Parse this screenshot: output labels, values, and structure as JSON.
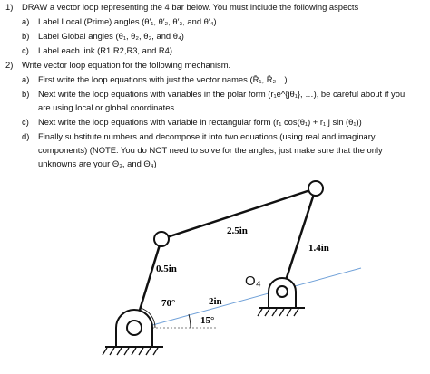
{
  "questions": {
    "q1": {
      "num": "1)",
      "text": "DRAW a vector loop representing the 4 bar below. You must include the following aspects",
      "a": {
        "label": "a)",
        "text": "Label Local (Prime) angles (θ′₁, θ′₂, θ′₃, and θ′₄)"
      },
      "b": {
        "label": "b)",
        "text": "Label Global angles (θ₁, θ₂, θ₃, and θ₄)"
      },
      "c": {
        "label": "c)",
        "text": "Label each link (R1,R2,R3, and R4)"
      }
    },
    "q2": {
      "num": "2)",
      "text": "Write vector loop equation for the following mechanism.",
      "a": {
        "label": "a)",
        "text": "First write the loop equations with just the vector names (R̄₁, R̄₂…)"
      },
      "b": {
        "label": "b)",
        "line1": "Next write the loop equations with variables in the polar form (r₁e^{jθ₁}, …), be careful about if you",
        "line2": "are using local or global coordinates."
      },
      "c": {
        "label": "c)",
        "text": "Next write the loop equations with variable in rectangular form (r₁ cos(θ₁) + r₁ j sin (θ₁))"
      },
      "d": {
        "label": "d)",
        "line1": "Finally substitute numbers and decompose it into two equations (using real and imaginary",
        "line2": "components) (NOTE: You do NOT need to solve for the angles, just make sure that the only",
        "line3": "unknowns are your Θ₃, and Θ₄)"
      }
    }
  },
  "diagram": {
    "link_coupler": "2.5in",
    "link_output": "1.4in",
    "link_input": "0.5in",
    "ground_link": "2in",
    "angle_input": "70°",
    "angle_ground": "15°",
    "pivot_label": "O₄"
  },
  "colors": {
    "ground_line": "#6fa0d8"
  }
}
